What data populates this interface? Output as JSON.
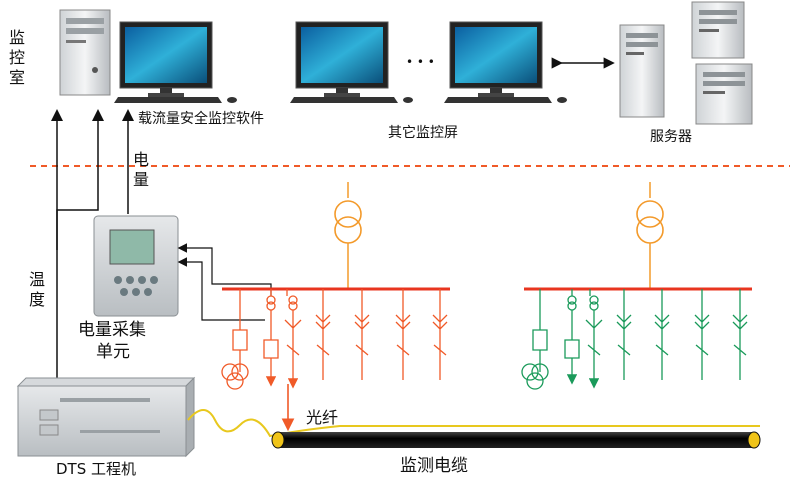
{
  "labels": {
    "control_room": "监控室",
    "monitor_software": "载流量安全监控软件",
    "other_screens": "其它监控屏",
    "servers": "服务器",
    "electricity": "电量",
    "temperature": "温度",
    "collection_unit_line1": "电量采集",
    "collection_unit_line2": "单元",
    "dts_machine": "DTS 工程机",
    "fiber": "光纤",
    "monitored_cable": "监测电缆",
    "ellipsis": "• • •"
  },
  "colors": {
    "orange": "#f05a28",
    "transformer_orange": "#f39a2b",
    "green": "#1a9a5a",
    "dashed_separator": "#f05a28",
    "fiber": "#e8c81e",
    "cable": "#111111"
  },
  "icons": {
    "workstation": "computer-icon",
    "server": "server-tower-icon",
    "transformer": "transformer-icon",
    "current_transformer": "ct-icon",
    "fuse": "fuse-icon",
    "switch": "disconnector-icon"
  }
}
